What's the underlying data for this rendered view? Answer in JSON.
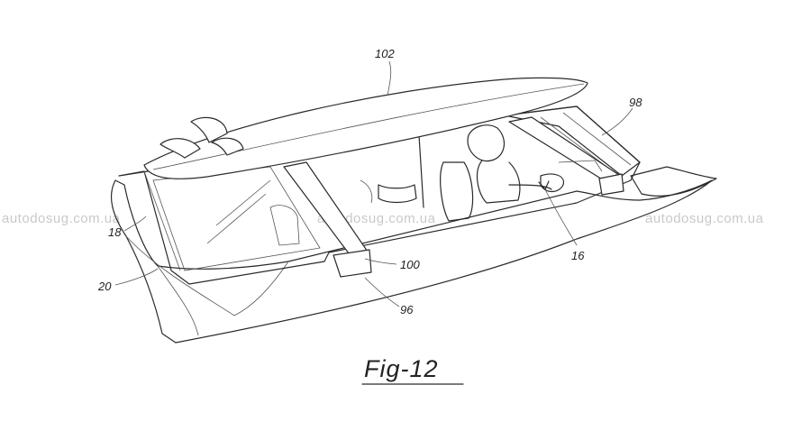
{
  "figure": {
    "caption": "Fig-12",
    "labels": {
      "board": "102",
      "panel_right": "98",
      "ref_18": "18",
      "ref_20": "20",
      "ref_100": "100",
      "ref_96": "96",
      "ref_16": "16"
    },
    "watermarks": [
      "autodosug.com.ua",
      "autodosug.com.ua",
      "autodosug.com.ua"
    ]
  }
}
